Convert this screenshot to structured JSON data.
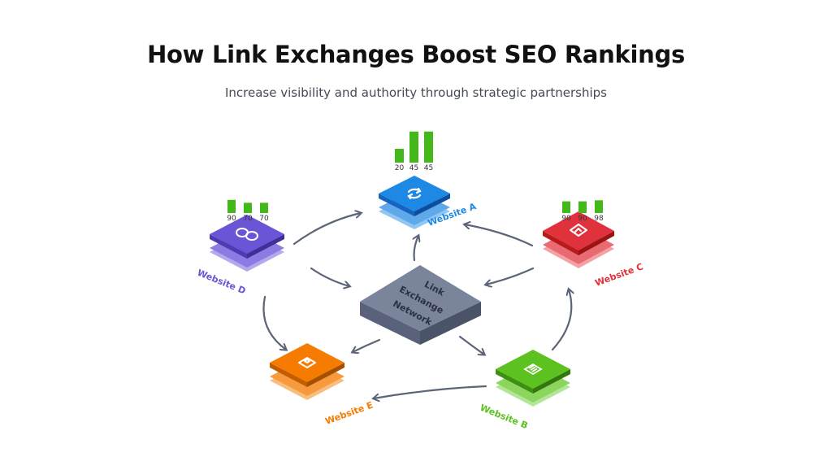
{
  "title": "How Link Exchanges Boost SEO Rankings",
  "subtitle": "Increase visibility and authority through strategic partnerships",
  "colors": {
    "website_a": "#1e88e5",
    "website_b": "#5cc21f",
    "website_c": "#e0323c",
    "website_d": "#6a55d6",
    "website_e": "#f57c00",
    "hub": "#6e7891",
    "arrow": "#5c6478",
    "bar": "#44b81a"
  },
  "hub": {
    "lines": [
      "Link",
      "Exchange",
      "Network"
    ]
  },
  "websites": {
    "a": {
      "label": "Website A",
      "icon": "refresh-icon",
      "bars": [
        20,
        45,
        45
      ]
    },
    "b": {
      "label": "Website B",
      "icon": "document-icon"
    },
    "c": {
      "label": "Website C",
      "icon": "chart-icon",
      "bars": [
        90,
        90,
        98
      ]
    },
    "d": {
      "label": "Website D",
      "icon": "link-icon",
      "bars": [
        90,
        70,
        70
      ]
    },
    "e": {
      "label": "Website E",
      "icon": "box-icon"
    }
  }
}
